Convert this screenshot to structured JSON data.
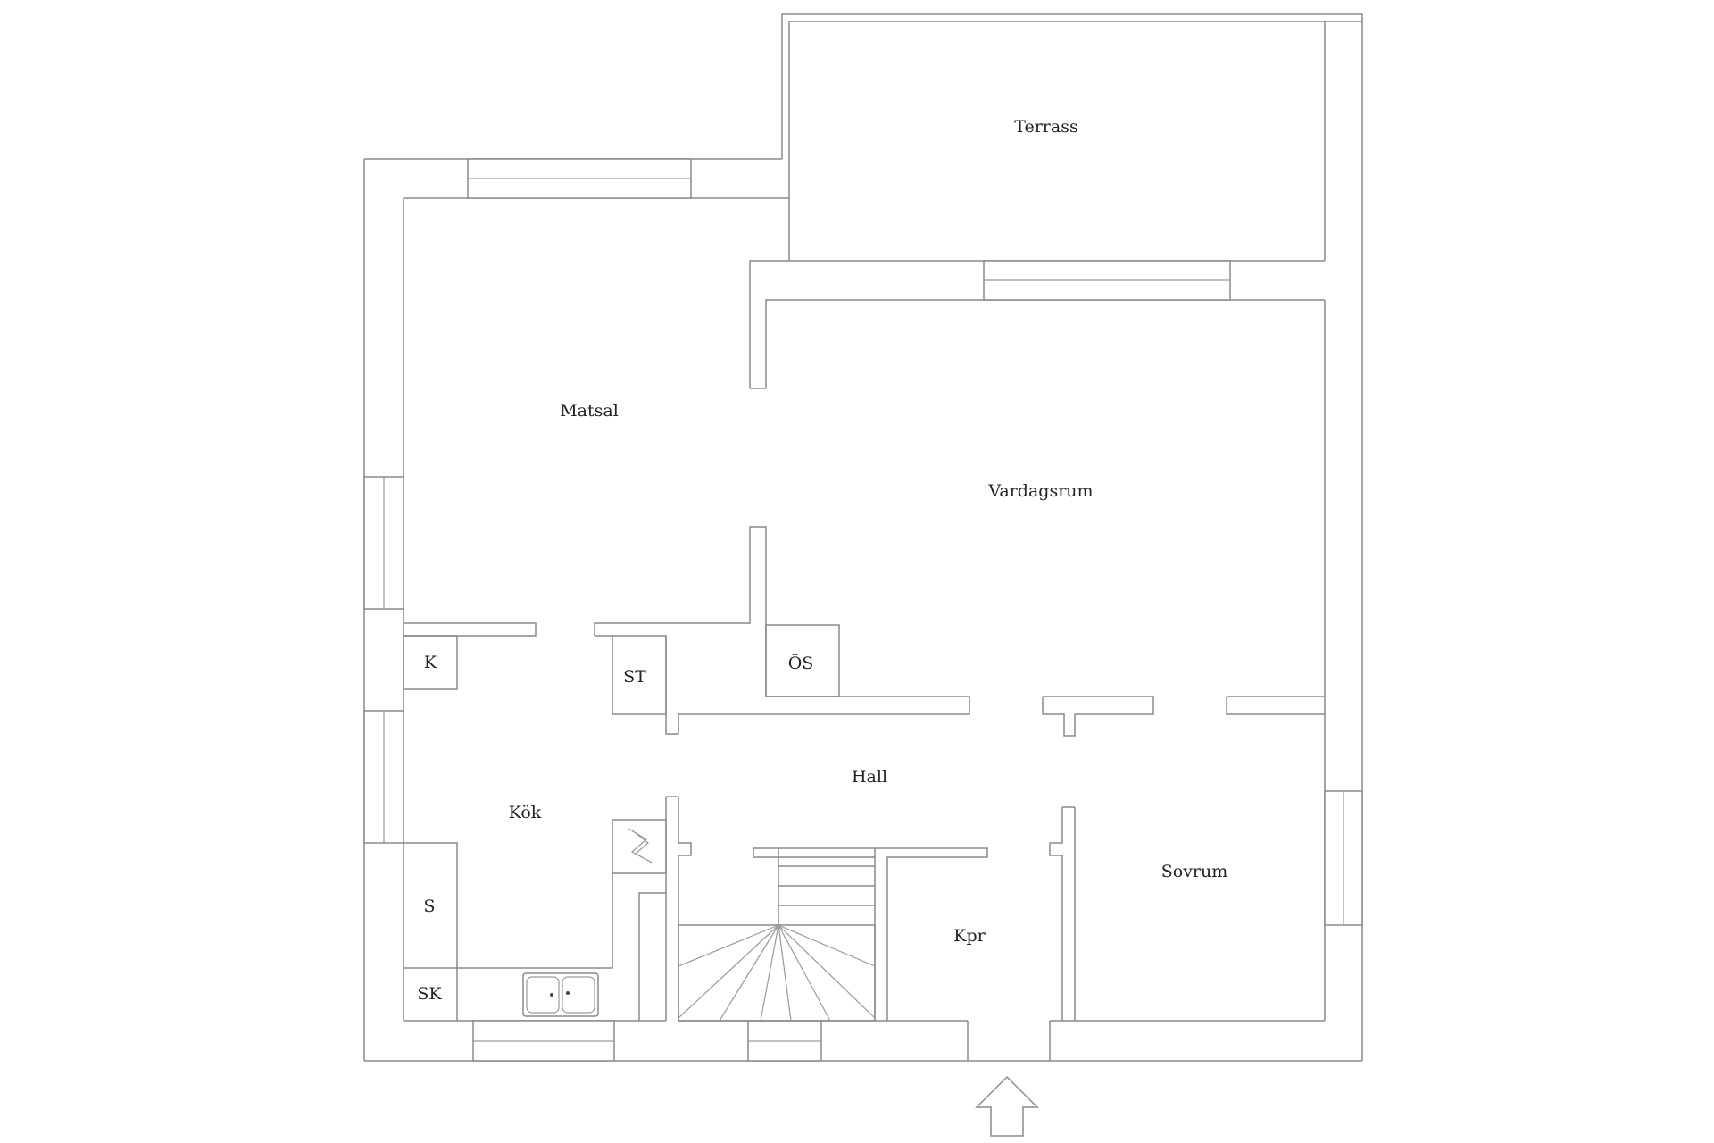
{
  "rooms": {
    "terrass": "Terrass",
    "matsal": "Matsal",
    "vardagsrum": "Vardagsrum",
    "k": "K",
    "st": "ST",
    "os": "ÖS",
    "hall": "Hall",
    "kok": "Kök",
    "s": "S",
    "sk": "SK",
    "kpr": "Kpr",
    "sovrum": "Sovrum"
  },
  "icons": {
    "entrance": "arrow-up-outline",
    "stove": "electric-stove-symbol",
    "sink": "double-sink"
  },
  "colors": {
    "line": "#8a8a8a",
    "background": "#ffffff",
    "text": "#222222"
  }
}
